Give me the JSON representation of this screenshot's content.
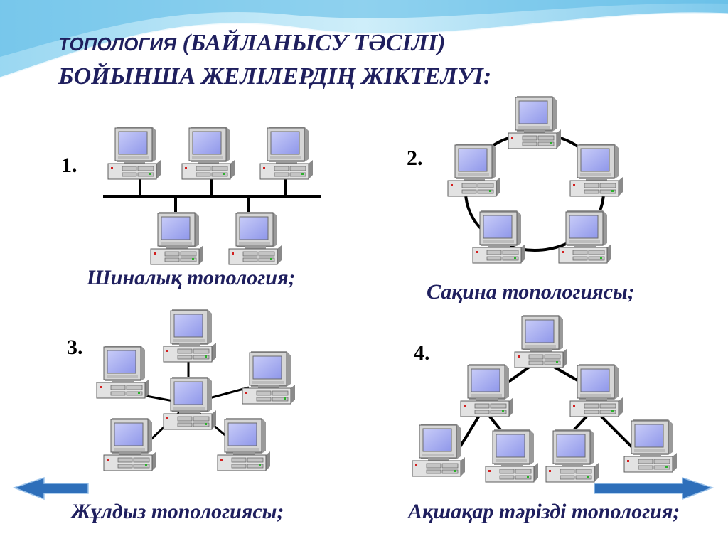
{
  "title": {
    "part1": "ТОПОЛОГИЯ",
    "part2": " (БАЙЛАНЫСУ ТӘСІЛІ)",
    "line2": "БОЙЫНША ЖЕЛІЛЕРДІҢ ЖІКТЕЛУІ:"
  },
  "topologies": [
    {
      "number": "1.",
      "caption": "Шиналық топология;"
    },
    {
      "number": "2.",
      "caption": "Сақина топологиясы;"
    },
    {
      "number": "3.",
      "caption": "Жұлдыз топологиясы;"
    },
    {
      "number": "4.",
      "caption": "Ақшақар тәрізді топология;"
    }
  ],
  "nav": {
    "prev_icon": "arrow-left-icon",
    "next_icon": "arrow-right-icon"
  },
  "colors": {
    "title": "#1f1f5e",
    "arrow": "#2e6fba",
    "screen": "#9ea6f0"
  }
}
